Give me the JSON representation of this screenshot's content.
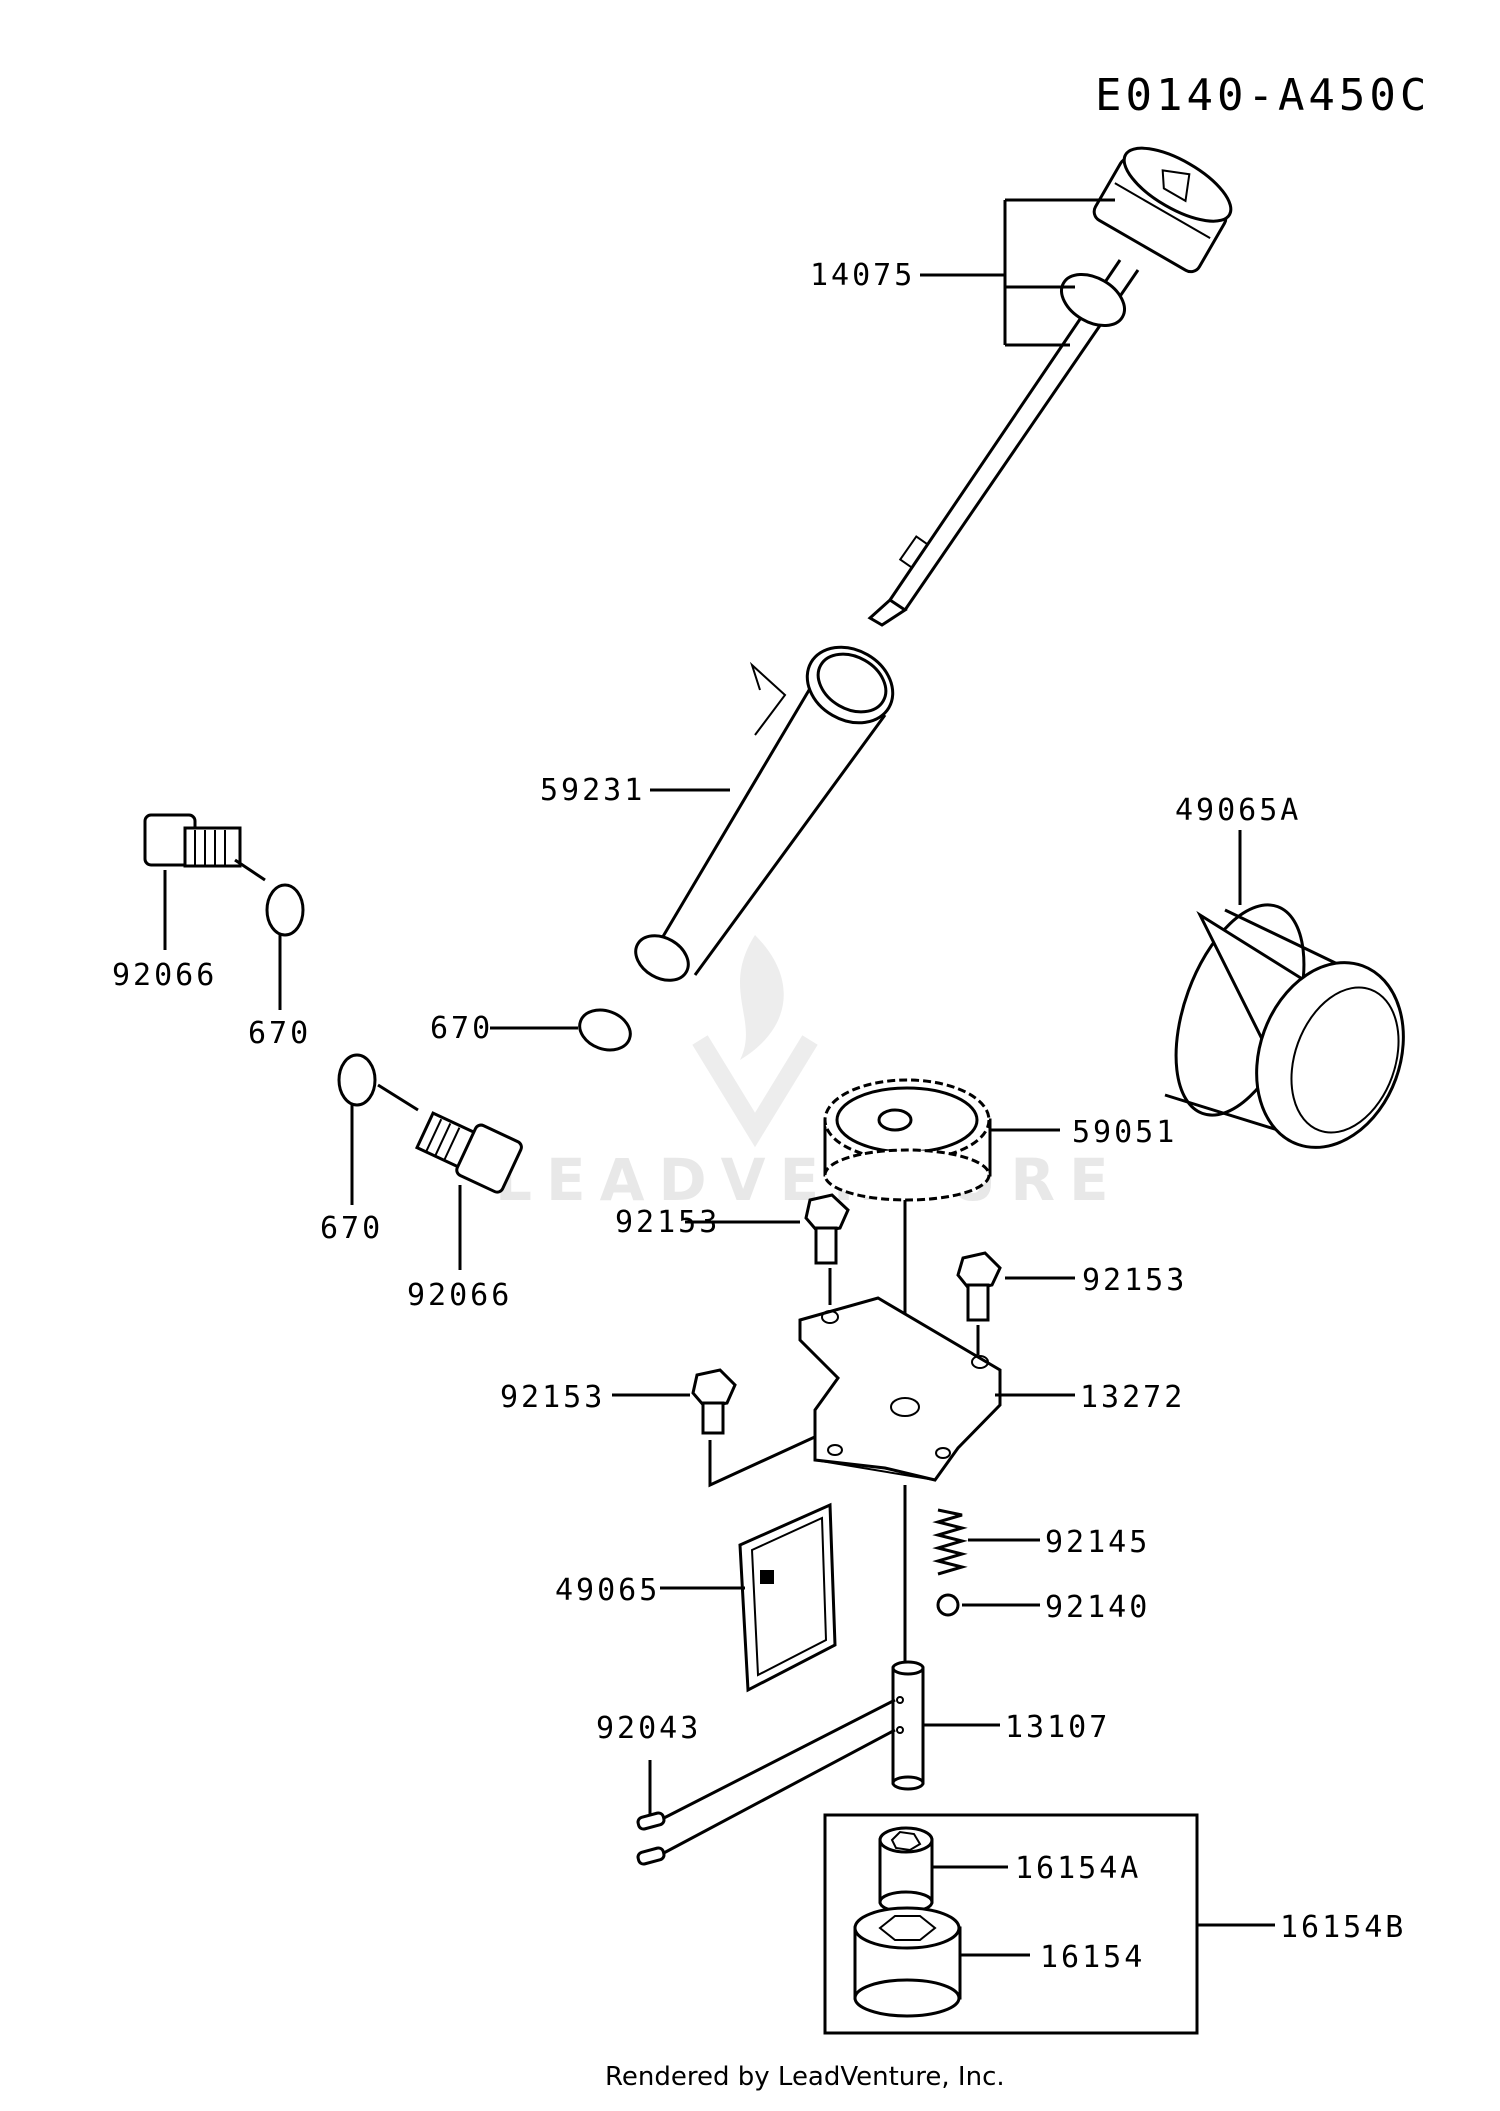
{
  "diagram_code": "E0140-A450C",
  "footer": "Rendered by LeadVenture, Inc.",
  "watermark": "LEADVENTURE",
  "callouts": {
    "c14075": "14075",
    "c59231": "59231",
    "c49065A": "49065A",
    "c92066a": "92066",
    "c670a": "670",
    "c670b": "670",
    "c670c": "670",
    "c92066b": "92066",
    "c59051": "59051",
    "c92153a": "92153",
    "c92153b": "92153",
    "c92153c": "92153",
    "c13272": "13272",
    "c92145": "92145",
    "c92140": "92140",
    "c49065": "49065",
    "c92043": "92043",
    "c13107": "13107",
    "c16154A": "16154A",
    "c16154": "16154",
    "c16154B": "16154B"
  }
}
